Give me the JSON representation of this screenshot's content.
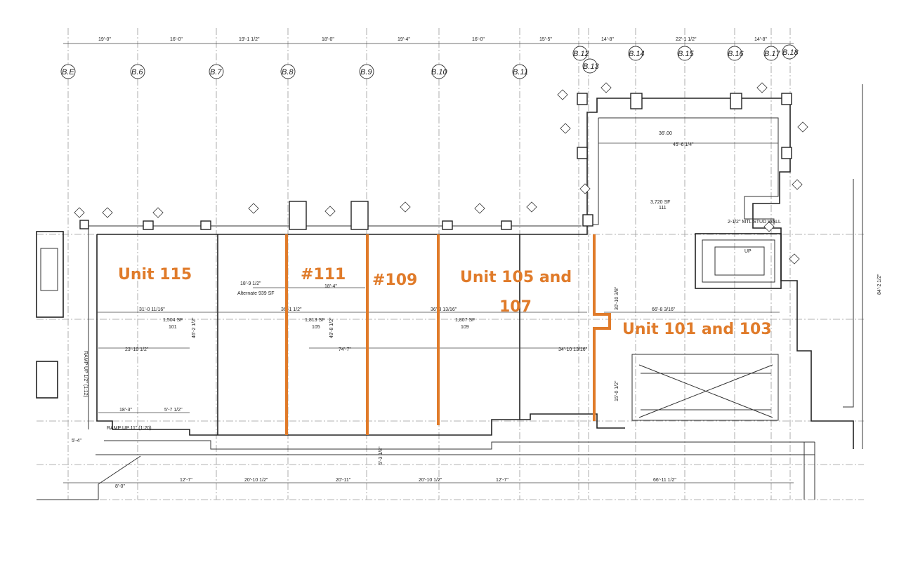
{
  "grid_labels": [
    "B.E",
    "B.6",
    "B.7",
    "B.8",
    "B.9",
    "B.10",
    "B.11",
    "B.12",
    "B.13",
    "B.14",
    "B.15",
    "B.16",
    "B.17",
    "B.18"
  ],
  "top_dims": [
    "19'-0\"",
    "16'-0\"",
    "19'-1 1/2\"",
    "18'-0\"",
    "19'-4\"",
    "16'-0\"",
    "15'-5\"",
    "14'-8\"",
    "22'-1 1/2\"",
    "14'-8\""
  ],
  "bottom_dims": [
    "12'-7\"",
    "20'-10 1/2\"",
    "20'-11\"",
    "20'-10 1/2\"",
    "12'-7\"",
    "66'-11 1/2\"",
    "8'-0\"",
    "5'-4\""
  ],
  "inner_dims": [
    "31'-0 11/16\"",
    "23'-10 1/2\"",
    "18'-9 1/2\"",
    "18'-4\"",
    "36'-1 1/2\"",
    "36'-3 13/16\"",
    "74'-7\"",
    "34'-10 13/16\"",
    "66'-8 3/16\"",
    "45'-6 1/4\"",
    "18'-3\"",
    "5'-7 1/2\"",
    "46'-2 1/2\"",
    "49'-8 1/2\"",
    "30'-10 3/8\"",
    "15'-0 1/2\"",
    "84'-2 1/2\"",
    "5'-3 1/8\""
  ],
  "areas": [
    {
      "sf": "1,504 SF",
      "code": "101"
    },
    {
      "sf": "1,813 SF",
      "code": "105"
    },
    {
      "sf": "1,807 SF",
      "code": "109"
    },
    {
      "sf": "3,720 SF",
      "code": "111"
    }
  ],
  "alternate_area": "Alternate 939 SF",
  "misc_notes": [
    "RAMP UP 11\" (1:20)",
    "RAMP UP 1/2\" (1:12)",
    "2-1/2\" MTL STUD WALL",
    "36'.00",
    "UP"
  ],
  "units": [
    {
      "label": "Unit 115"
    },
    {
      "label": "#111"
    },
    {
      "label": "#109"
    },
    {
      "label": "Unit 105 and 107"
    },
    {
      "label": "Unit 101 and 103"
    }
  ],
  "colors": {
    "unit_highlight": "#e07b2a",
    "linework": "#222222",
    "gridline": "#9a9a9a"
  }
}
